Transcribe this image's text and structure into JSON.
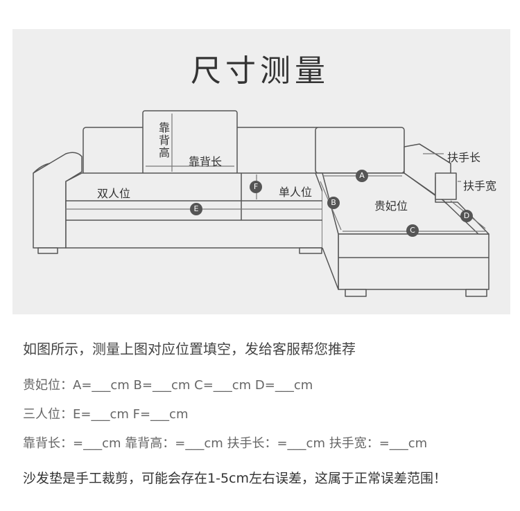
{
  "title": "尺寸测量",
  "labels": {
    "backrest_height": "靠背高",
    "backrest_length": "靠背长",
    "double_seat": "双人位",
    "single_seat": "单人位",
    "chaise_seat": "贵妃位",
    "armrest_length": "扶手长",
    "armrest_width": "扶手宽"
  },
  "markers": {
    "a": "A",
    "b": "B",
    "c": "C",
    "d": "D",
    "e": "E",
    "f": "F"
  },
  "instruction": "如图所示，测量上图对应位置填空，发给客服帮您推荐",
  "form": {
    "line1": "贵妃位：A=___cm  B=___cm  C=___cm  D=___cm",
    "line2": "三人位：E=___cm  F=___cm",
    "line3": "靠背长：=___cm  靠背高：=___cm  扶手长：=___cm  扶手宽：=___cm"
  },
  "note": "沙发垫是手工裁剪，可能会存在1-5cm左右误差，这属于正常误差范围！"
}
